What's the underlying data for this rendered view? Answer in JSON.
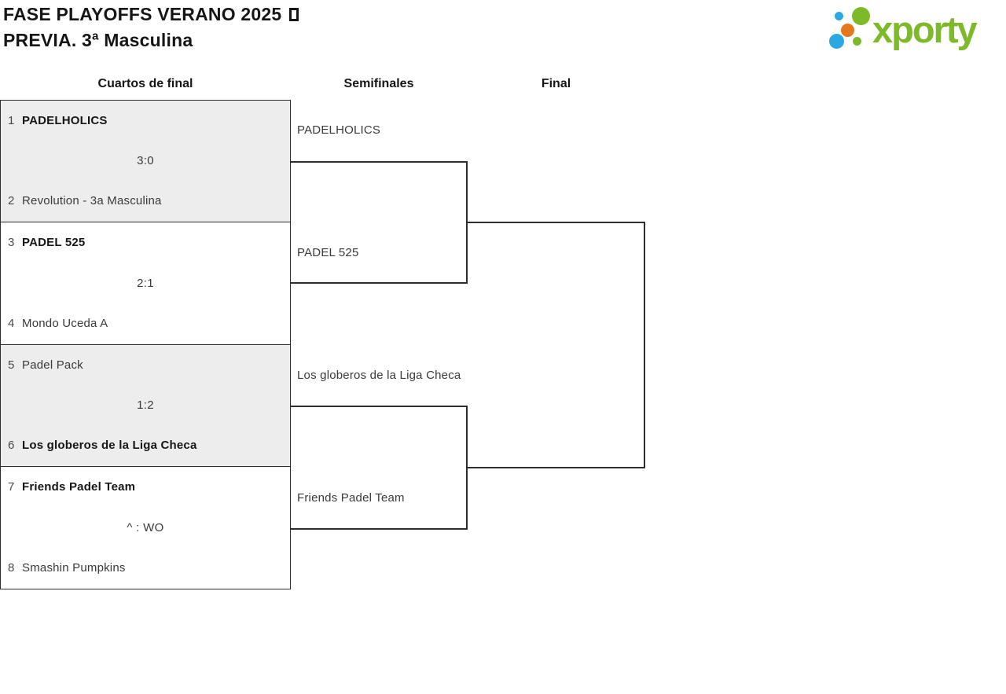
{
  "header": {
    "title_line1": "FASE PLAYOFFS VERANO 2025",
    "title_line2": "PREVIA. 3ª Masculina",
    "logo_text": "xporty"
  },
  "colors": {
    "green": "#7db928",
    "blue": "#29a9e0",
    "orange": "#e5771d",
    "box_gray": "#ededed",
    "line": "#2d2d2d",
    "text": "#3a3a3a",
    "text_bold": "#161616",
    "seed": "#4a4a4a"
  },
  "rounds": [
    {
      "label": "Cuartos de final"
    },
    {
      "label": "Semifinales"
    },
    {
      "label": "Final"
    }
  ],
  "quarterfinals": [
    {
      "seed_a": "1",
      "team_a": "PADELHOLICS",
      "bold_a": true,
      "score": "3:0",
      "seed_b": "2",
      "team_b": "Revolution - 3a Masculina",
      "bold_b": false,
      "shaded": true
    },
    {
      "seed_a": "3",
      "team_a": "PADEL 525",
      "bold_a": true,
      "score": "2:1",
      "seed_b": "4",
      "team_b": "Mondo Uceda A",
      "bold_b": false,
      "shaded": false
    },
    {
      "seed_a": "5",
      "team_a": "Padel Pack",
      "bold_a": false,
      "score": "1:2",
      "seed_b": "6",
      "team_b": "Los globeros de la Liga Checa",
      "bold_b": true,
      "shaded": true
    },
    {
      "seed_a": "7",
      "team_a": "Friends Padel Team",
      "bold_a": true,
      "score": "^ : WO",
      "seed_b": "8",
      "team_b": "Smashin Pumpkins",
      "bold_b": false,
      "shaded": false
    }
  ],
  "semifinals": [
    {
      "team_a": "PADELHOLICS",
      "team_b": "PADEL 525"
    },
    {
      "team_a": "Los globeros de la Liga Checa",
      "team_b": "Friends Padel Team"
    }
  ]
}
